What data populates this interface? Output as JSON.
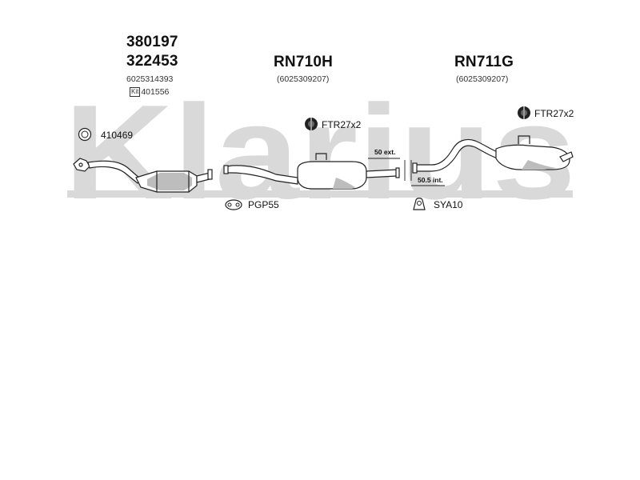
{
  "watermark": {
    "text": "Klarius",
    "color": "#d9d9d9"
  },
  "parts": {
    "catalyst": {
      "numbers": [
        "380197",
        "322453"
      ],
      "ref": "6025314393",
      "kit_label": "Kit",
      "kit_number": "401556",
      "gasket": "410469"
    },
    "middle": {
      "code": "RN710H",
      "ref": "(6025309207)",
      "clamp": "FTR27x2",
      "mount": "PGP55"
    },
    "rear": {
      "code": "RN711G",
      "ref": "(6025309207)",
      "clamp": "FTR27x2",
      "mount": "SYA10",
      "dim_ext": "50 ext.",
      "dim_int": "50.5 int."
    }
  },
  "colors": {
    "line": "#222222",
    "body_fill": "#ffffff",
    "shade": "#bdbdbd"
  }
}
